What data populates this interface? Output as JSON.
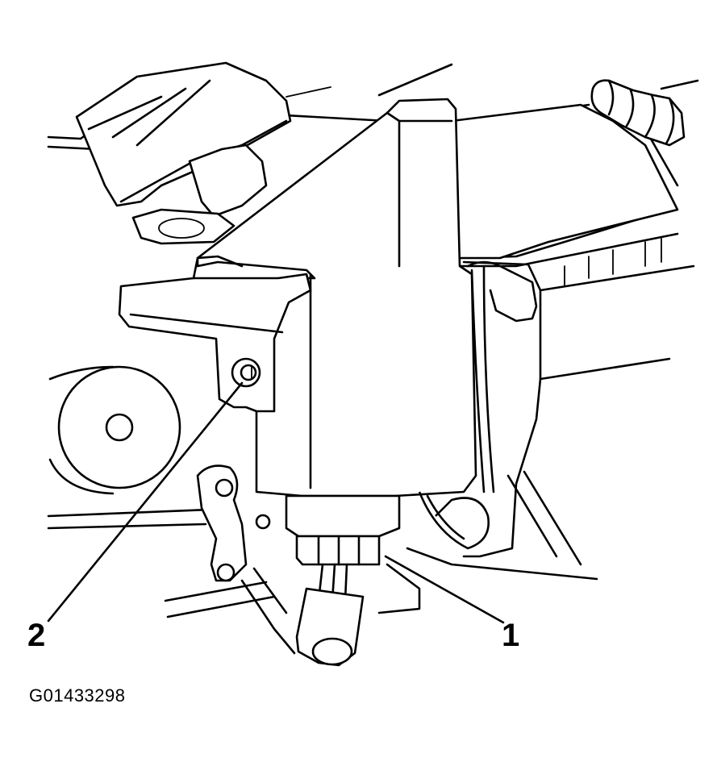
{
  "figure": {
    "id_label": "G01433298",
    "callouts": [
      {
        "number": "1",
        "target": "connector"
      },
      {
        "number": "2",
        "target": "mounting-bolt"
      }
    ]
  }
}
